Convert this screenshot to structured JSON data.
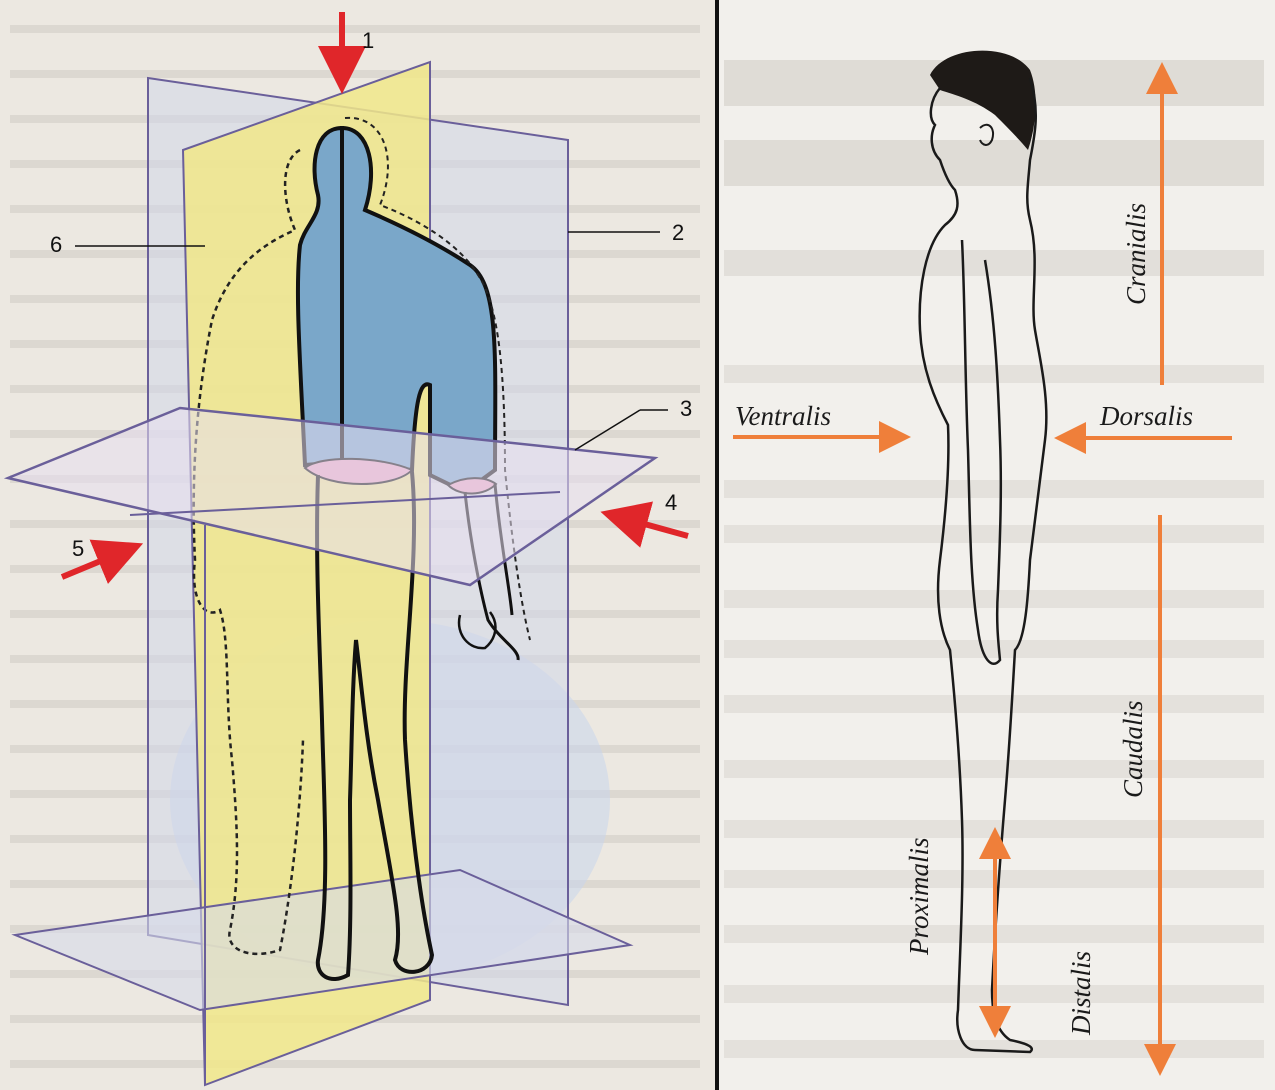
{
  "left_figure": {
    "plane_labels": [
      "1",
      "2",
      "3",
      "4",
      "5",
      "6"
    ],
    "colors": {
      "sagittal_plane": "#f1e78a",
      "frontal_plane": "#cfd7ea",
      "section_blue": "#7aa7c9",
      "section_pink": "#e8a9c3",
      "arrow": "#e0262a",
      "page": "#ece8e1"
    }
  },
  "right_figure": {
    "directions": {
      "cranialis": "Cranialis",
      "caudalis": "Caudalis",
      "ventralis": "Ventralis",
      "dorsalis": "Dorsalis",
      "proximalis": "Proximalis",
      "distalis": "Distalis"
    },
    "colors": {
      "arrow": "#ef7f3a",
      "hair": "#1e1a17",
      "page": "#f2f0ec"
    }
  }
}
